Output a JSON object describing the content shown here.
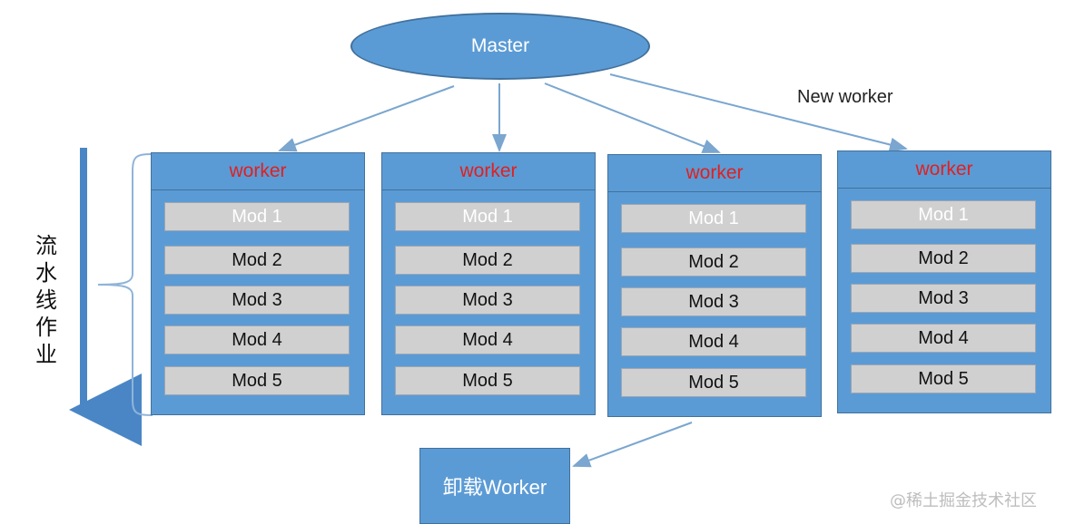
{
  "master": {
    "label": "Master"
  },
  "new_worker_label": "New worker",
  "pipeline_label": "流水线作业",
  "workers": [
    {
      "title": "worker",
      "mods": [
        "Mod 1",
        "Mod 2",
        "Mod 3",
        "Mod 4",
        "Mod 5"
      ]
    },
    {
      "title": "worker",
      "mods": [
        "Mod 1",
        "Mod 2",
        "Mod 3",
        "Mod 4",
        "Mod 5"
      ]
    },
    {
      "title": "worker",
      "mods": [
        "Mod 1",
        "Mod 2",
        "Mod 3",
        "Mod 4",
        "Mod 5"
      ]
    },
    {
      "title": "worker",
      "mods": [
        "Mod 1",
        "Mod 2",
        "Mod 3",
        "Mod 4",
        "Mod 5"
      ]
    }
  ],
  "unload_worker": {
    "label": "卸载Worker"
  },
  "watermark": "@稀土掘金技术社区",
  "colors": {
    "box_fill": "#5b9bd5",
    "box_border": "#41719c",
    "worker_title": "#e02020",
    "mod_fill": "#d0d0d0",
    "arrow": "#7aa6cf"
  }
}
